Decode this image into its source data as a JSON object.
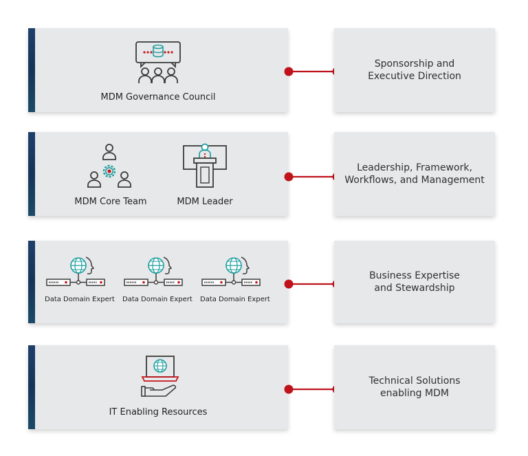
{
  "colors": {
    "accent_bar": "#15345a",
    "card_bg": "#e7e8ea",
    "connector": "#c0121b",
    "icon_stroke": "#3a3a3a",
    "icon_teal": "#1e9e9e",
    "icon_red": "#c4161c"
  },
  "rows": [
    {
      "left_labels": [
        "MDM Governance Council"
      ],
      "right_text": "Sponsorship and\nExecutive Direction"
    },
    {
      "left_labels": [
        "MDM Core Team",
        "MDM Leader"
      ],
      "right_text": "Leadership, Framework,\nWorkflows, and Management"
    },
    {
      "left_labels": [
        "Data Domain Expert",
        "Data Domain Expert",
        "Data Domain Expert"
      ],
      "right_text": "Business Expertise\nand Stewardship"
    },
    {
      "left_labels": [
        "IT Enabling Resources"
      ],
      "right_text": "Technical Solutions\nenabling MDM"
    }
  ]
}
